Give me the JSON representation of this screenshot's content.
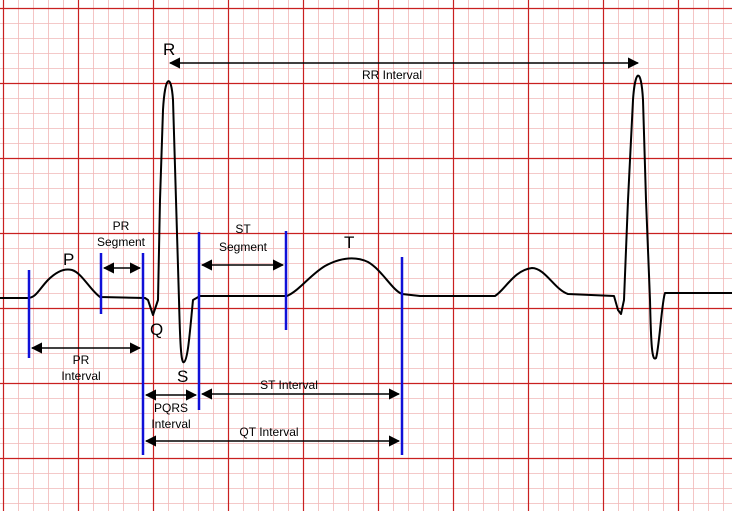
{
  "colors": {
    "minor_grid": "#f1b7b7",
    "major_grid": "#c92020",
    "trace": "#000000",
    "markers": "#1010d8",
    "arrows": "#000000"
  },
  "waves": {
    "p": "P",
    "q": "Q",
    "r": "R",
    "s": "S",
    "t": "T"
  },
  "intervals": {
    "pr_segment": {
      "line1": "PR",
      "line2": "Segment"
    },
    "st_segment": {
      "line1": "ST",
      "line2": "Segment"
    },
    "pr_interval": {
      "line1": "PR",
      "line2": "Interval"
    },
    "pqrs_interval": {
      "line1": "PQRS",
      "line2": "Interval"
    },
    "st_interval": "ST Interval",
    "qt_interval": "QT Interval",
    "rr_interval": "RR Interval"
  }
}
